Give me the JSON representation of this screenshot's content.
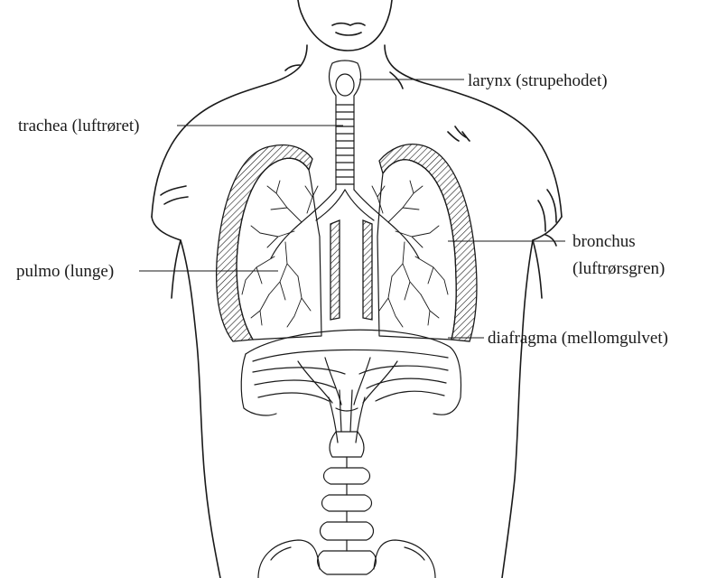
{
  "labels": {
    "larynx": "larynx (strupehodet)",
    "trachea": "trachea (luftrøret)",
    "bronchus_line1": "bronchus",
    "bronchus_line2": "(luftrørsgren)",
    "pulmo": "pulmo (lunge)",
    "diafragma": "diafragma (mellomgulvet)"
  },
  "colors": {
    "ink": "#1a1a1a",
    "background": "#ffffff"
  }
}
